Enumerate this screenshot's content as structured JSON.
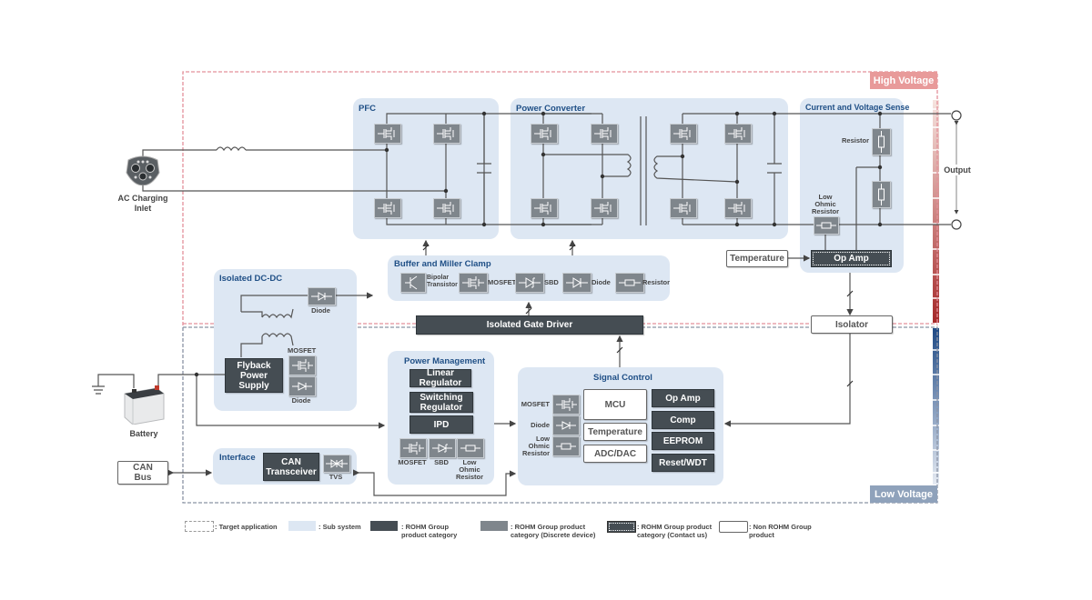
{
  "zones": {
    "high_voltage": "High Voltage",
    "low_voltage": "Low Voltage",
    "high_voltage_color": "#e89a9a",
    "low_voltage_color": "#8fa2bb"
  },
  "external": {
    "ac_inlet": "AC Charging Inlet",
    "battery": "Battery",
    "can_bus": "CAN Bus",
    "output": "Output"
  },
  "pfc": {
    "title": "PFC"
  },
  "power_converter": {
    "title": "Power Converter"
  },
  "sense": {
    "title": "Current and Voltage Sense",
    "resistor": "Resistor",
    "low_ohmic": "Low Ohmic Resistor",
    "op_amp": "Op Amp",
    "temperature": "Temperature"
  },
  "buffer": {
    "title": "Buffer and Miller Clamp",
    "items": [
      "Bipolar Transistor",
      "MOSFET",
      "SBD",
      "Diode",
      "Resistor"
    ]
  },
  "gate_driver": "Isolated Gate Driver",
  "isolator": "Isolator",
  "dcdc": {
    "title": "Isolated DC-DC",
    "diode_top": "Diode",
    "flyback": "Flyback Power Supply",
    "mosfet": "MOSFET",
    "diode_bottom": "Diode"
  },
  "power_mgmt": {
    "title": "Power Management",
    "linear": "Linear Regulator",
    "switching": "Switching Regulator",
    "ipd": "IPD",
    "mosfet": "MOSFET",
    "sbd": "SBD",
    "low_ohmic": "Low Ohmic Resistor"
  },
  "signal": {
    "title": "Signal Control",
    "mosfet": "MOSFET",
    "diode": "Diode",
    "low_ohmic": "Low Ohmic Resistor",
    "mcu": "MCU",
    "temperature": "Temperature",
    "adc": "ADC/DAC",
    "op_amp": "Op Amp",
    "comp": "Comp",
    "eeprom": "EEPROM",
    "reset": "Reset/WDT"
  },
  "interface": {
    "title": "Interface",
    "can": "CAN Transceiver",
    "tvs": "TVS"
  },
  "legend": [
    ": Target application",
    ": Sub system",
    ": ROHM Group product category",
    ": ROHM Group product category (Discrete device)",
    ": ROHM Group product category (Contact us)",
    ": Non ROHM Group product"
  ]
}
